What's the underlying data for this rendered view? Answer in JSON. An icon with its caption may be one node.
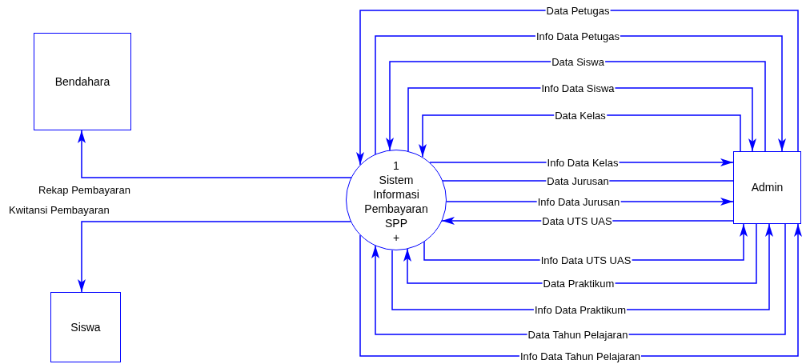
{
  "diagram": {
    "nodes": [
      {
        "text": [
          "Bendahara"
        ]
      },
      {
        "text": [
          "Siswa"
        ]
      },
      {
        "text": [
          "1",
          "Sistem Informasi Pembayaran SPP",
          "+"
        ]
      },
      {
        "text": [
          "Admin"
        ]
      }
    ],
    "edges": [
      {
        "from": 2,
        "to": 0,
        "arrow": "to",
        "label": "Rekap Pembayaran"
      },
      {
        "from": 2,
        "to": 1,
        "arrow": "to",
        "label": "Kwitansi Pembayaran"
      },
      {
        "from": 3,
        "to": 2,
        "arrow": "to",
        "label": "Data Petugas"
      },
      {
        "from": 2,
        "to": 3,
        "arrow": "to",
        "label": "Info Data Petugas"
      },
      {
        "from": 3,
        "to": 2,
        "arrow": "to",
        "label": "Data Siswa"
      },
      {
        "from": 2,
        "to": 3,
        "arrow": "to",
        "label": "Info Data Siswa"
      },
      {
        "from": 3,
        "to": 2,
        "arrow": "to",
        "label": "Data Kelas"
      },
      {
        "from": 2,
        "to": 3,
        "arrow": "to",
        "label": "Info Data Kelas"
      },
      {
        "from": 3,
        "to": 2,
        "arrow": "none",
        "label": "Data Jurusan"
      },
      {
        "from": 2,
        "to": 3,
        "arrow": "to",
        "label": "Info Data Jurusan"
      },
      {
        "from": 3,
        "to": 2,
        "arrow": "to",
        "label": "Data UTS UAS"
      },
      {
        "from": 2,
        "to": 3,
        "arrow": "to",
        "label": "Info Data UTS UAS"
      },
      {
        "from": 3,
        "to": 2,
        "arrow": "to",
        "label": "Data Praktikum"
      },
      {
        "from": 2,
        "to": 3,
        "arrow": "to",
        "label": "Info Data Praktikum"
      },
      {
        "from": 3,
        "to": 2,
        "arrow": "to",
        "label": "Data Tahun Pelajaran"
      },
      {
        "from": 2,
        "to": 3,
        "arrow": "to",
        "label": "Info Data Tahun Pelajaran"
      }
    ]
  }
}
